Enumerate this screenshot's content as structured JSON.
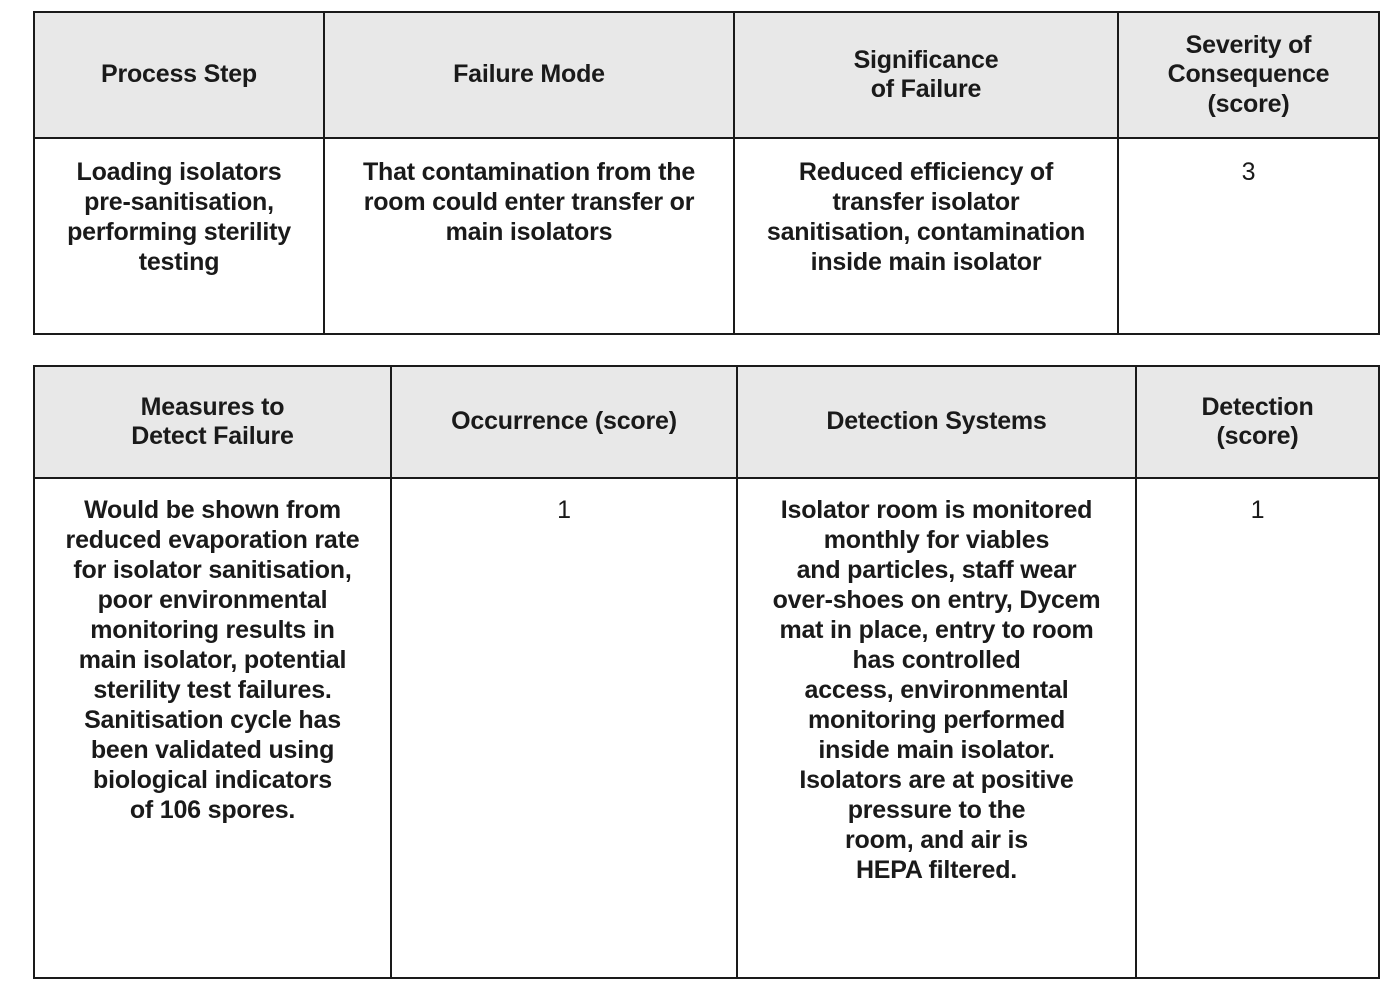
{
  "document": {
    "kind": "fmea-risk-assessment-tables",
    "table_count": 2
  },
  "colors": {
    "header_background": "#e8e8e8",
    "body_background": "#ffffff",
    "border": "#1a1a1a",
    "text": "#1a1a1a"
  },
  "table_top": {
    "headers": [
      "Process Step",
      "Failure Mode",
      "Significance\nof Failure",
      "Severity of\nConsequence\n(score)"
    ],
    "rows": [
      {
        "process_step": "Loading isolators\npre-sanitisation,\nperforming sterility\ntesting",
        "failure_mode": "That contamination from the\nroom could enter transfer or\nmain isolators",
        "significance_of_failure": "Reduced efficiency of\ntransfer isolator\nsanitisation, contamination\ninside main isolator",
        "severity_of_consequence_score": "3"
      }
    ]
  },
  "table_bottom": {
    "headers": [
      "Measures to\nDetect Failure",
      "Occurrence (score)",
      "Detection Systems",
      "Detection\n(score)"
    ],
    "rows": [
      {
        "measures_to_detect_failure": "Would be shown from\nreduced evaporation rate\nfor isolator sanitisation,\npoor environmental\nmonitoring results in\nmain isolator, potential\nsterility test failures.\nSanitisation cycle has\nbeen validated using\nbiological indicators\nof 106 spores.",
        "occurrence_score": "1",
        "detection_systems": "Isolator room is monitored\nmonthly for viables\nand particles, staff wear\nover-shoes on entry, Dycem\nmat in place, entry to room\nhas controlled\naccess, environmental\nmonitoring performed\ninside main isolator.\nIsolators are at positive\npressure to the\nroom, and air is\nHEPA filtered.",
        "detection_score": "1"
      }
    ]
  }
}
